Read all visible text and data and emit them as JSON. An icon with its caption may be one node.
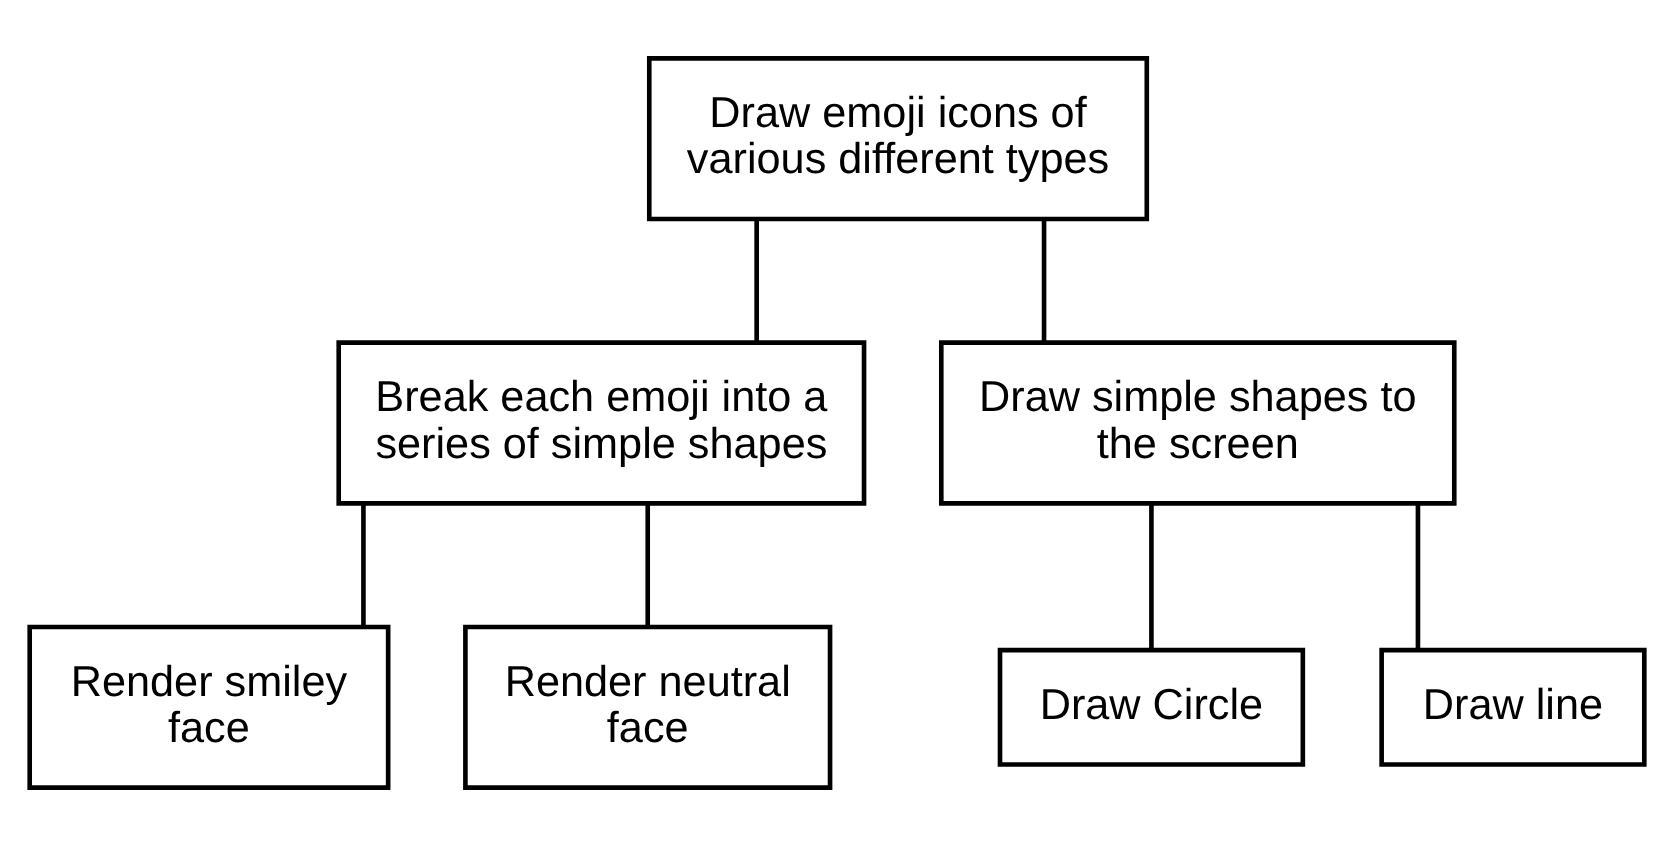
{
  "diagram": {
    "nodes": [
      {
        "text": [
          "Draw emoji icons of various different types"
        ]
      },
      {
        "text": [
          "Break each emoji into a series of simple shapes"
        ]
      },
      {
        "text": [
          "Draw simple shapes to the screen"
        ]
      },
      {
        "text": [
          "Render smiley face"
        ]
      },
      {
        "text": [
          "Render neutral face"
        ]
      },
      {
        "text": [
          "Draw Circle"
        ]
      },
      {
        "text": [
          "Draw line"
        ]
      }
    ],
    "edges": [
      {
        "from": 0,
        "to": 1,
        "arrow": "none"
      },
      {
        "from": 0,
        "to": 2,
        "arrow": "none"
      },
      {
        "from": 1,
        "to": 3,
        "arrow": "none"
      },
      {
        "from": 1,
        "to": 4,
        "arrow": "none"
      },
      {
        "from": 2,
        "to": 5,
        "arrow": "none"
      },
      {
        "from": 2,
        "to": 6,
        "arrow": "none"
      }
    ]
  }
}
